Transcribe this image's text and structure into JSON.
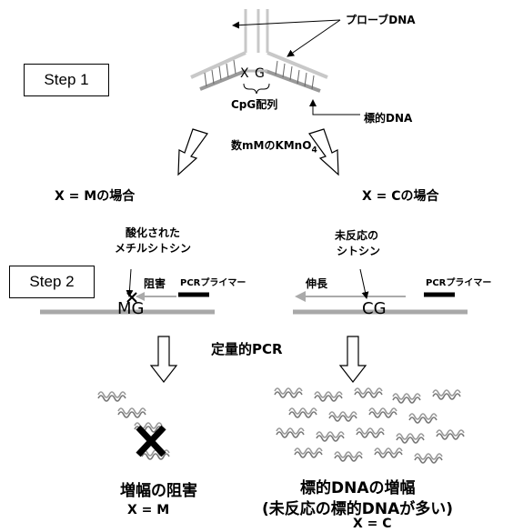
{
  "step1": {
    "label": "Step 1",
    "probe_label": "プローブDNA",
    "target_label": "標的DNA",
    "base_x": "X",
    "base_g": "G",
    "cpg_label": "CpG配列",
    "reagent": "数mMのKMnO",
    "reagent_sub": "4"
  },
  "cases": {
    "left": "X = Mの場合",
    "right": "X = Cの場合"
  },
  "step2": {
    "label": "Step 2",
    "left": {
      "note_line1": "酸化された",
      "note_line2": "メチルシトシン",
      "block_label": "阻害",
      "primer_label": "PCRプライマー",
      "bases": "MG"
    },
    "right": {
      "note_line1": "未反応の",
      "note_line2": "シトシン",
      "extend_label": "伸長",
      "primer_label": "PCRプライマー",
      "bases": "CG"
    }
  },
  "qpcr_label": "定量的PCR",
  "results": {
    "left": {
      "title": "増幅の阻害",
      "sub": "X = M"
    },
    "right": {
      "title": "標的DNAの増幅",
      "title2": "(未反応の標的DNAが多い)",
      "sub": "X = C"
    }
  },
  "colors": {
    "probe": "#c8c8c8",
    "strand": "#999999",
    "line": "#000000"
  }
}
